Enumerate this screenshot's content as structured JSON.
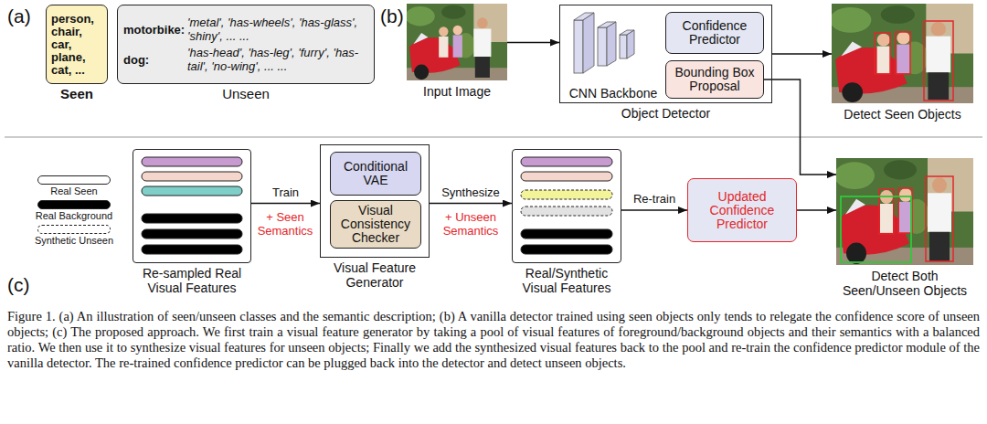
{
  "diagram": {
    "caption": "Figure 1. (a) An illustration of seen/unseen classes and the semantic description; (b) A vanilla detector trained using seen objects only tends to relegate the confidence score of unseen objects; (c) The proposed approach. We first train a visual feature generator by taking a pool of visual features of foreground/background objects and their semantics with a balanced ratio. We then use it to synthesize visual features for unseen objects; Finally we add the synthesized visual features back to the pool and re-train the confidence predictor module of the vanilla detector. The re-trained confidence predictor can be plugged back into the detector and detect unseen objects.",
    "nodes": [
      {
        "text": [
          "person, chair, car, plane, cat, ...",
          "Seen"
        ]
      },
      {
        "text": [
          "motorbike:",
          "'metal', 'has-wheels', 'has-glass', 'shiny', ... ...",
          "dog:",
          "'has-head', 'has-leg', 'furry', 'has-tail', 'no-wing', ... ...",
          "Unseen"
        ]
      },
      {
        "text": [
          "Input Image"
        ]
      },
      {
        "text": [
          "Object Detector"
        ]
      },
      {
        "text": [
          "CNN Backbone"
        ],
        "in": 3
      },
      {
        "text": [
          "Confidence Predictor"
        ],
        "in": 3
      },
      {
        "text": [
          "Bounding Box Proposal"
        ],
        "in": 3
      },
      {
        "text": [
          "Detect Seen Objects"
        ]
      },
      {
        "text": [
          "Re-sampled Real Visual Features"
        ]
      },
      {
        "text": [
          "Visual Feature Generator"
        ]
      },
      {
        "text": [
          "Conditional VAE"
        ],
        "in": 9
      },
      {
        "text": [
          "Visual Consistency Checker"
        ],
        "in": 9
      },
      {
        "text": [
          "Real/Synthetic Visual Features"
        ]
      },
      {
        "text": [
          "Updated Confidence Predictor"
        ]
      },
      {
        "text": [
          "Detect Both Seen/Unseen Objects"
        ]
      }
    ],
    "edges": [
      {
        "from": 2,
        "to": 3,
        "arrow": "to"
      },
      {
        "from": 3,
        "to": 7,
        "arrow": "to"
      },
      {
        "from": 6,
        "to": 14,
        "arrow": "to"
      },
      {
        "from": 8,
        "to": 9,
        "label": "Train",
        "arrow": "to"
      },
      {
        "from": 9,
        "to": 12,
        "label": "Synthesize",
        "arrow": "to"
      },
      {
        "from": 12,
        "to": 13,
        "label": "Re-train",
        "arrow": "to"
      },
      {
        "from": 13,
        "to": 14,
        "arrow": "to"
      }
    ],
    "labels": [
      "(a)",
      "(b)",
      "+ Seen Semantics",
      "+ Unseen Semantics",
      "(c)"
    ],
    "legend": [
      {
        "text": "Real Seen",
        "color": "#ffffff"
      },
      {
        "text": "Real Background",
        "color": "#000000"
      },
      {
        "text": "Synthetic Unseen"
      }
    ]
  }
}
